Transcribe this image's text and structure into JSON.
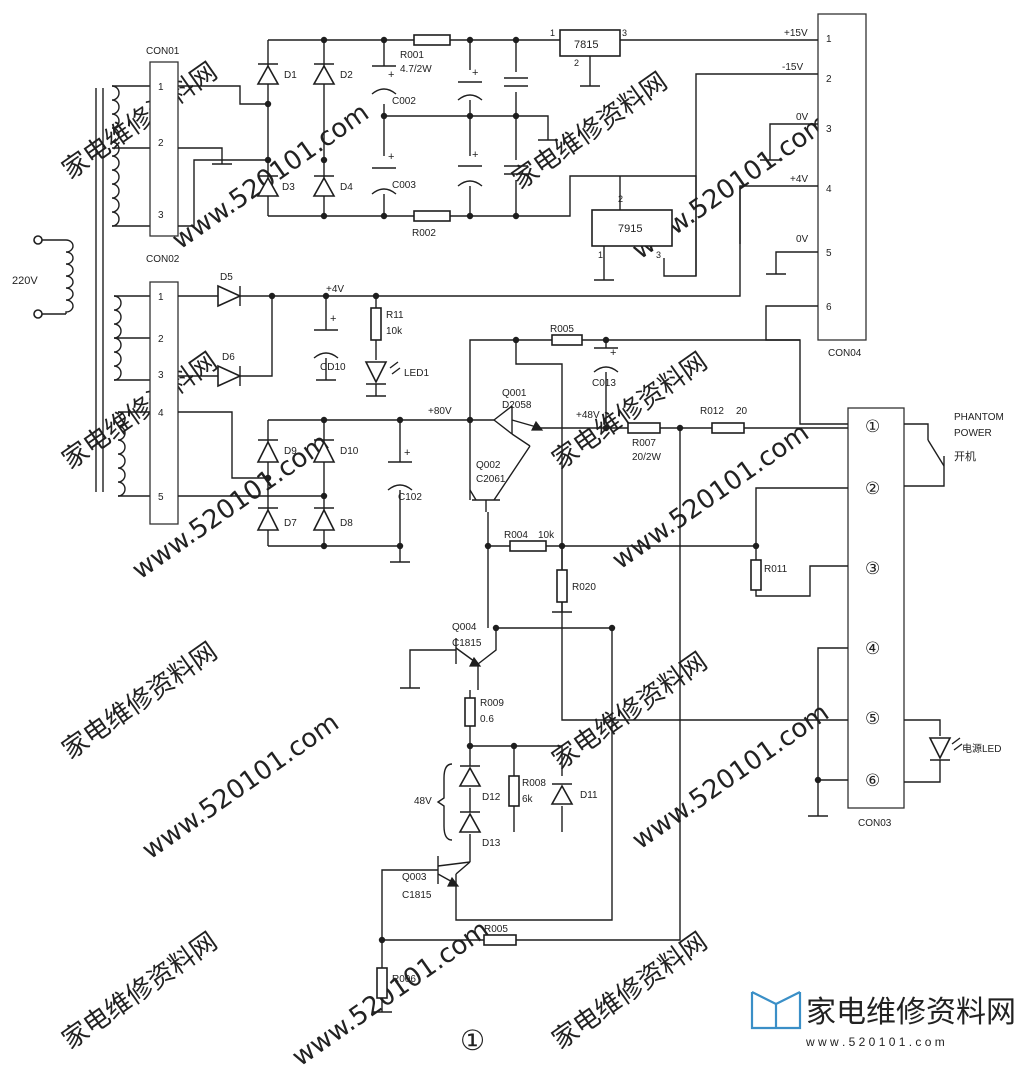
{
  "connectors": {
    "con01": "CON01",
    "con02": "CON02",
    "con03": "CON03",
    "con04": "CON04",
    "con01_pins": [
      "1",
      "2",
      "3"
    ],
    "con02_pins": [
      "1",
      "2",
      "3",
      "4",
      "5"
    ],
    "con03_pins": [
      "①",
      "②",
      "③",
      "④",
      "⑤",
      "⑥"
    ],
    "con04_pins": [
      "1",
      "2",
      "3",
      "4",
      "5",
      "6"
    ]
  },
  "mains_label": "220V",
  "regulators": {
    "r7815": "7815",
    "r7815_pin1": "1",
    "r7815_pin2": "2",
    "r7815_pin3": "3",
    "r7915": "7915",
    "r7915_pin1": "1",
    "r7915_pin2": "2",
    "r7915_pin3": "3"
  },
  "rails": {
    "p15": "+15V",
    "m15": "-15V",
    "zero3": "0V",
    "p4_con04": "+4V",
    "zero5": "0V",
    "p4": "+4V",
    "p80": "+80V",
    "p48": "+48V",
    "v48": "48V"
  },
  "parts": {
    "d1": "D1",
    "d2": "D2",
    "d3": "D3",
    "d4": "D4",
    "d5": "D5",
    "d6": "D6",
    "d7": "D7",
    "d8": "D8",
    "d9": "D9",
    "d10": "D10",
    "d11": "D11",
    "d12": "D12",
    "d13": "D13",
    "r001": "R001",
    "r001v": "4.7/2W",
    "r002": "R002",
    "c002": "C002",
    "c003": "C003",
    "cd10": "CD10",
    "c013": "C013",
    "c102": "C102",
    "r11": "R11",
    "r11v": "10k",
    "led1": "LED1",
    "r005a": "R005",
    "q001": "Q001",
    "q001t": "D2058",
    "q002": "Q002",
    "q002t": "C2061",
    "r007": "R007",
    "r007v": "20/2W",
    "r012": "R012",
    "r012v": "20",
    "r004": "R004",
    "r004v": "10k",
    "r020": "R020",
    "r011": "R011",
    "q004": "Q004",
    "q004t": "C1815",
    "r009": "R009",
    "r009v": "0.6",
    "r008": "R008",
    "r008v": "6k",
    "q003": "Q003",
    "q003t": "C1815",
    "r005b": "R005",
    "r006": "R006"
  },
  "labels": {
    "phantom": "PHANTOM",
    "power": "POWER",
    "switch": "开机",
    "power_led": "电源LED",
    "figure_number": "①"
  },
  "watermark": {
    "cn": "家电维修资料网",
    "url": "www.520101.com",
    "logo_cn": "家电维修资料网",
    "logo_url": "w w w . 5 2 0 1 0 1 . c o m",
    "color": "#b8b8b8",
    "logo_color": "#3a8fc7"
  }
}
